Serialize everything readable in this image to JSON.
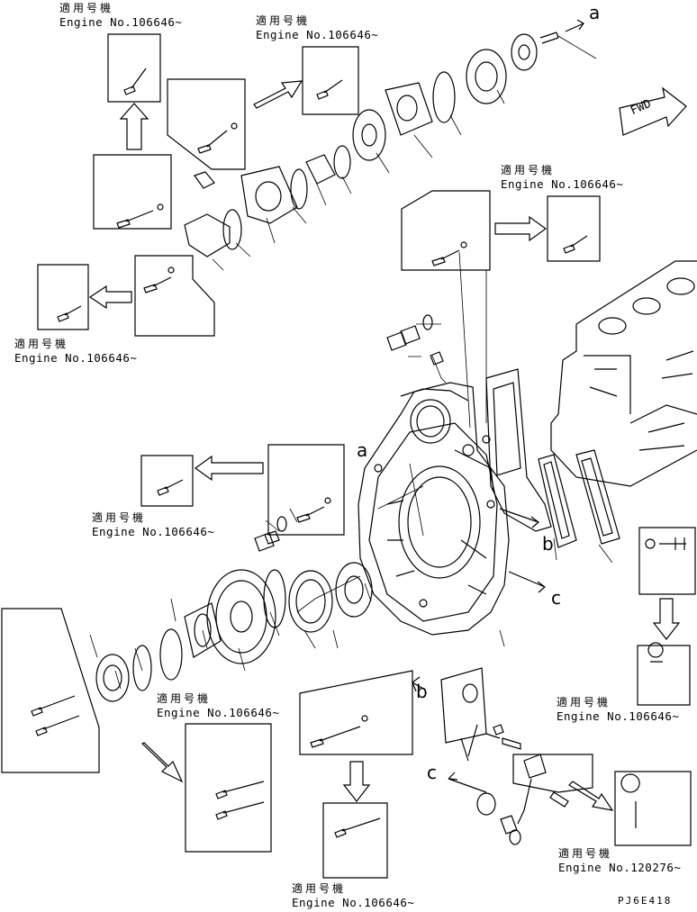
{
  "notes": [
    {
      "jp": "適用号機",
      "engine": "Engine No.106646~"
    },
    {
      "jp": "適用号機",
      "engine": "Engine No.106646~"
    },
    {
      "jp": "適用号機",
      "engine": "Engine No.106646~"
    },
    {
      "jp": "適用号機",
      "engine": "Engine No.106646~"
    },
    {
      "jp": "適用号機",
      "engine": "Engine No.106646~"
    },
    {
      "jp": "適用号機",
      "engine": "Engine No.106646~"
    },
    {
      "jp": "適用号機",
      "engine": "Engine No.106646~"
    },
    {
      "jp": "適用号機",
      "engine": "Engine No.106646~"
    },
    {
      "jp": "適用号機",
      "engine": "Engine No.120276~"
    }
  ],
  "refs": {
    "a1": "a",
    "a2": "a",
    "b1": "b",
    "b2": "b",
    "c1": "c",
    "c2": "c"
  },
  "fwd_label": "FWD",
  "drawing_code": "PJ6E418"
}
